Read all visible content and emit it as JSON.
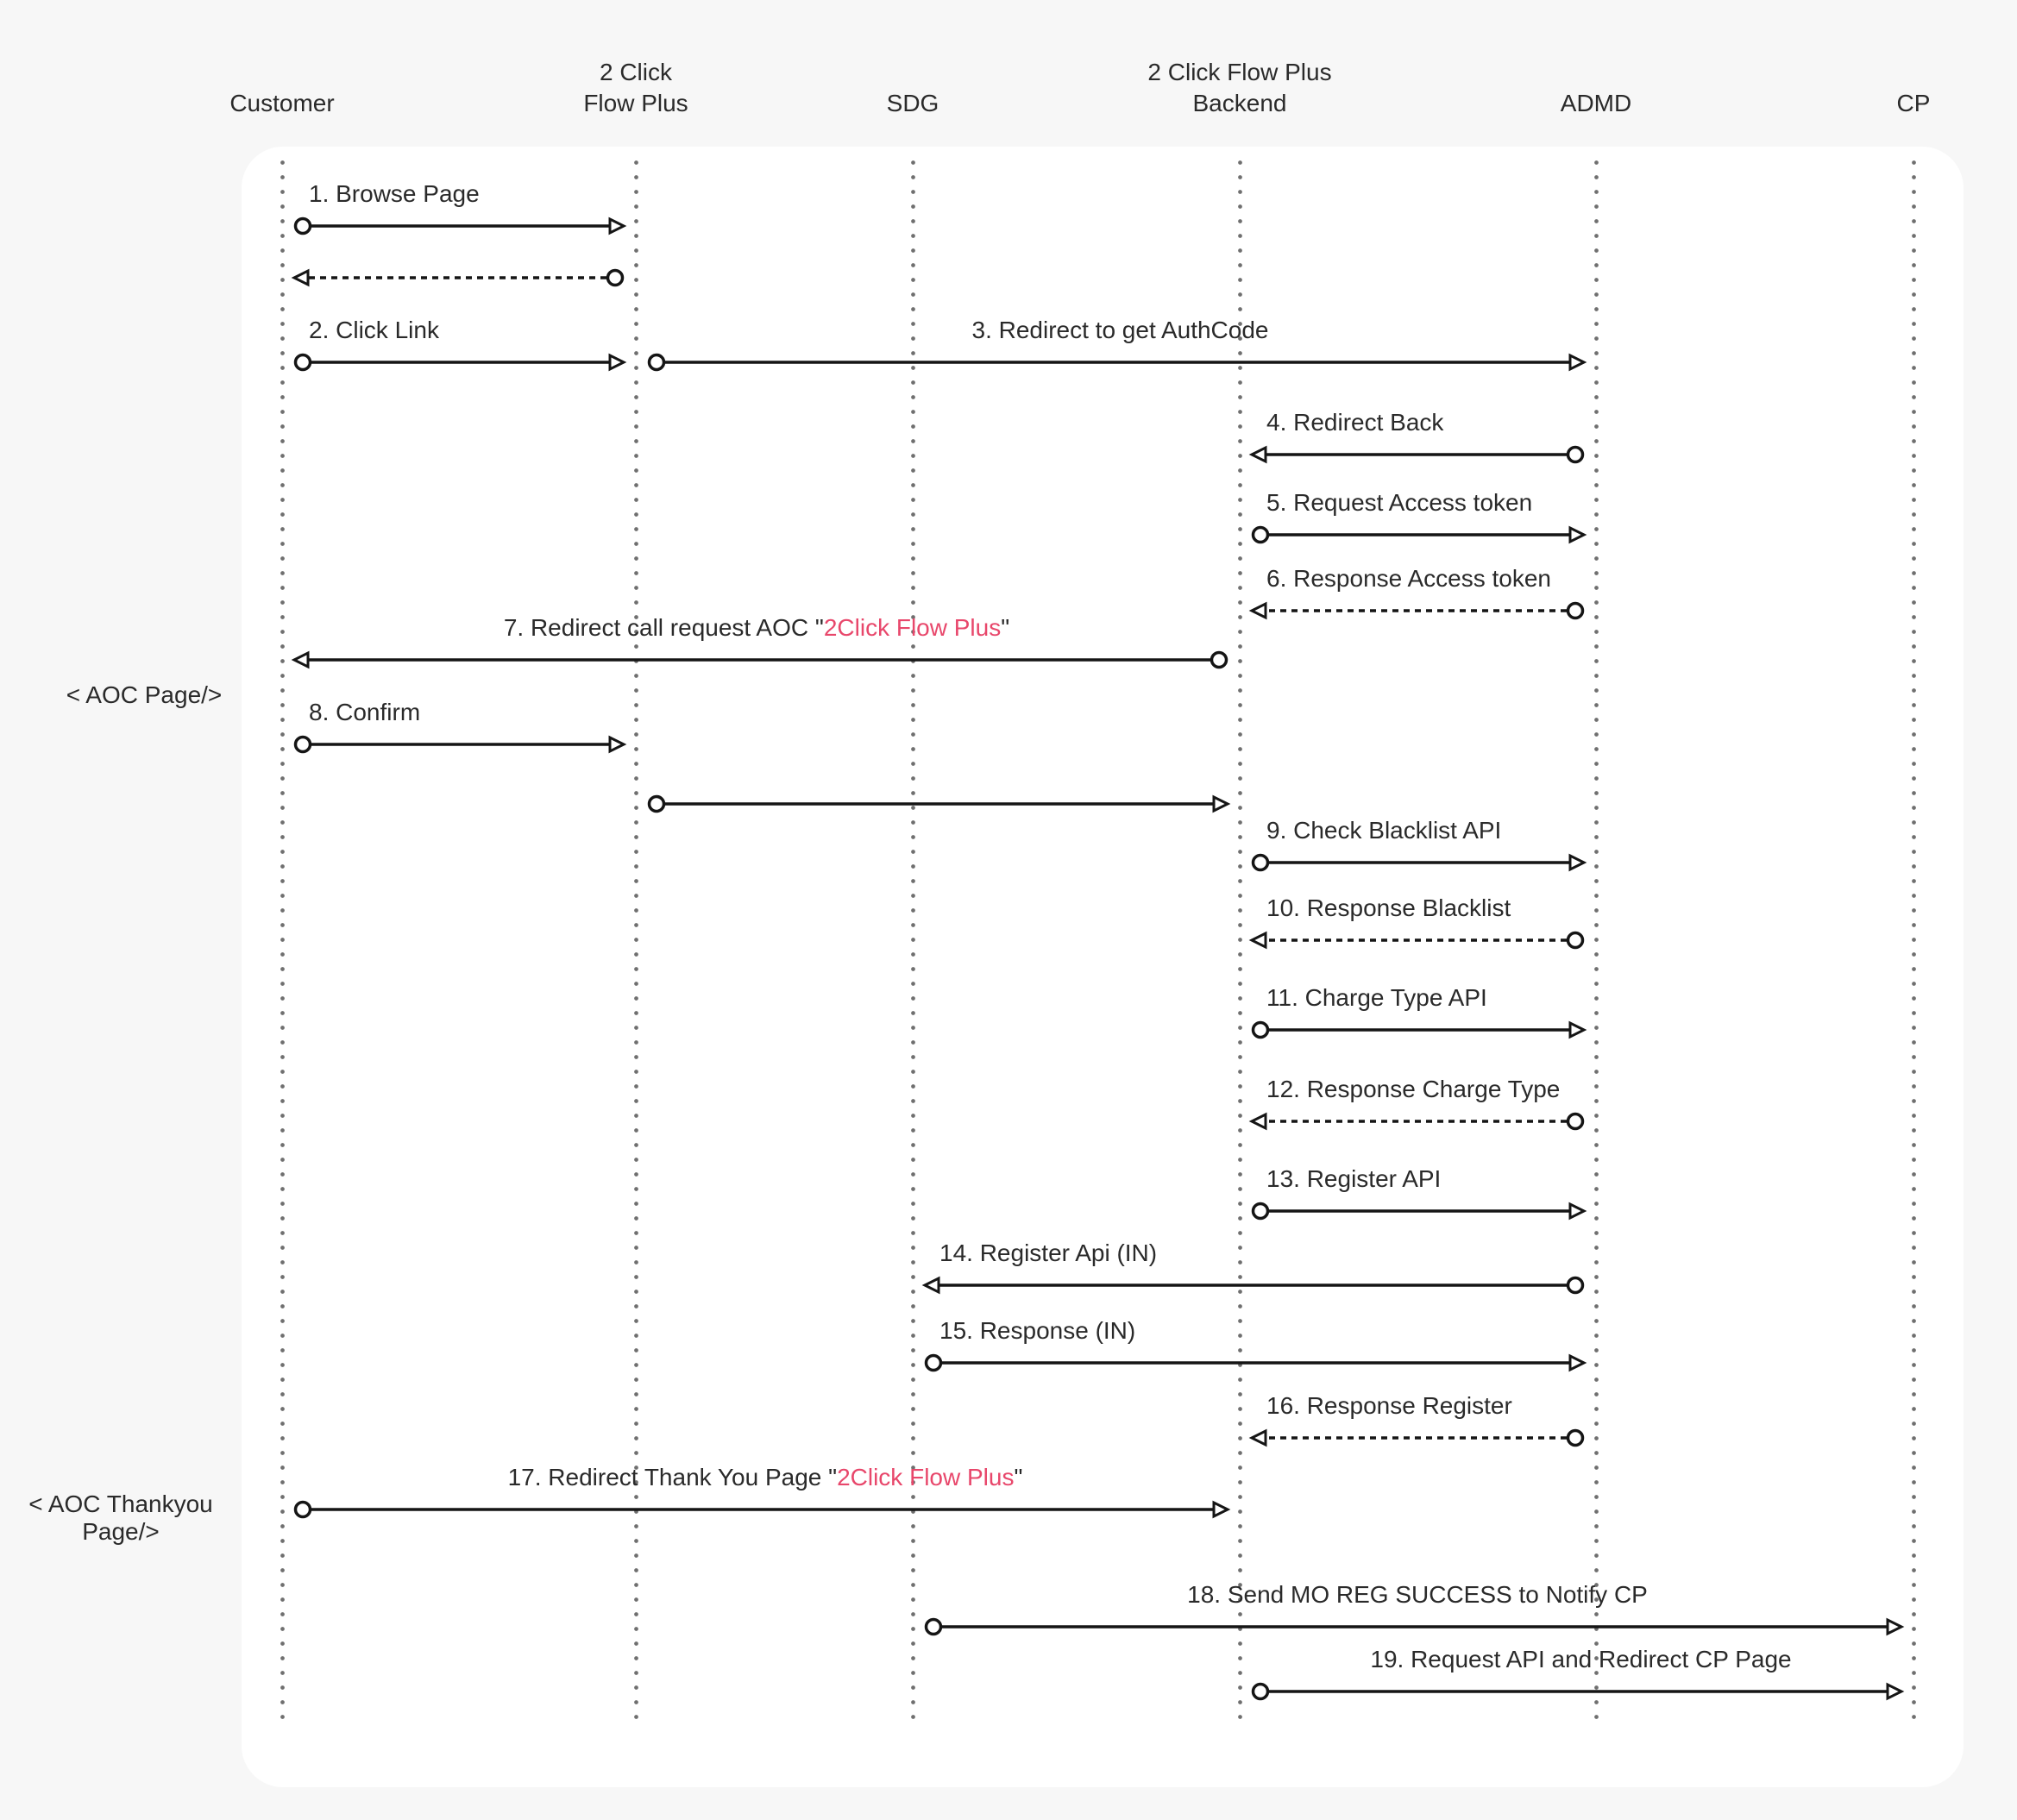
{
  "colors": {
    "accent": "#e8476b",
    "line": "#151515",
    "text": "#2a2a2a",
    "lifeline_dot": "#6f6f6f",
    "background": "#f7f7f7",
    "panel_background": "#ffffff"
  },
  "actors": [
    {
      "id": "customer",
      "label_lines": [
        "Customer"
      ]
    },
    {
      "id": "flow-plus",
      "label_lines": [
        "2 Click",
        "Flow Plus"
      ]
    },
    {
      "id": "sdg",
      "label_lines": [
        "SDG"
      ]
    },
    {
      "id": "backend",
      "label_lines": [
        "2 Click Flow Plus",
        "Backend"
      ]
    },
    {
      "id": "admd",
      "label_lines": [
        "ADMD"
      ]
    },
    {
      "id": "cp",
      "label_lines": [
        "CP"
      ]
    }
  ],
  "side_labels": [
    {
      "id": "aoc-page",
      "lines": [
        "< AOC Page/>"
      ]
    },
    {
      "id": "aoc-thankyou-page",
      "lines": [
        "< AOC Thankyou",
        "Page/>"
      ]
    }
  ],
  "messages": [
    {
      "id": "1",
      "parts": [
        {
          "t": "1. Browse Page"
        }
      ],
      "from": "customer",
      "to": "flow-plus",
      "line": "solid",
      "align": "start"
    },
    {
      "id": "1r",
      "parts": [],
      "from": "flow-plus",
      "to": "customer",
      "line": "dashed"
    },
    {
      "id": "2",
      "parts": [
        {
          "t": "2. Click Link"
        }
      ],
      "from": "customer",
      "to": "flow-plus",
      "line": "solid",
      "align": "start"
    },
    {
      "id": "3",
      "parts": [
        {
          "t": "3. Redirect to get AuthCode"
        }
      ],
      "from": "flow-plus",
      "to": "admd",
      "line": "solid",
      "align": "center"
    },
    {
      "id": "4",
      "parts": [
        {
          "t": "4. Redirect Back"
        }
      ],
      "from": "admd",
      "to": "backend",
      "line": "solid",
      "align": "start"
    },
    {
      "id": "5",
      "parts": [
        {
          "t": "5. Request Access token"
        }
      ],
      "from": "backend",
      "to": "admd",
      "line": "solid",
      "align": "start"
    },
    {
      "id": "6",
      "parts": [
        {
          "t": "6. Response Access token"
        }
      ],
      "from": "admd",
      "to": "backend",
      "line": "dashed",
      "align": "start"
    },
    {
      "id": "7",
      "parts": [
        {
          "t": "7. Redirect call request AOC \""
        },
        {
          "t": "2Click Flow Plus",
          "accent": true
        },
        {
          "t": "\""
        }
      ],
      "from": "backend",
      "to": "customer",
      "line": "solid",
      "align": "center"
    },
    {
      "id": "8",
      "parts": [
        {
          "t": "8. Confirm"
        }
      ],
      "from": "customer",
      "to": "flow-plus",
      "line": "solid",
      "align": "start"
    },
    {
      "id": "8b",
      "parts": [],
      "from": "flow-plus",
      "to": "backend",
      "line": "solid"
    },
    {
      "id": "9",
      "parts": [
        {
          "t": "9. Check Blacklist API"
        }
      ],
      "from": "backend",
      "to": "admd",
      "line": "solid",
      "align": "start"
    },
    {
      "id": "10",
      "parts": [
        {
          "t": "10. Response Blacklist"
        }
      ],
      "from": "admd",
      "to": "backend",
      "line": "dashed",
      "align": "start"
    },
    {
      "id": "11",
      "parts": [
        {
          "t": "11. Charge Type API"
        }
      ],
      "from": "backend",
      "to": "admd",
      "line": "solid",
      "align": "start"
    },
    {
      "id": "12",
      "parts": [
        {
          "t": "12. Response Charge Type"
        }
      ],
      "from": "admd",
      "to": "backend",
      "line": "dashed",
      "align": "start"
    },
    {
      "id": "13",
      "parts": [
        {
          "t": "13. Register API"
        }
      ],
      "from": "backend",
      "to": "admd",
      "line": "solid",
      "align": "start"
    },
    {
      "id": "14",
      "parts": [
        {
          "t": "14. Register Api (IN)"
        }
      ],
      "from": "admd",
      "to": "sdg",
      "line": "solid",
      "align": "start"
    },
    {
      "id": "15",
      "parts": [
        {
          "t": "15. Response (IN)"
        }
      ],
      "from": "sdg",
      "to": "admd",
      "line": "solid",
      "align": "start"
    },
    {
      "id": "16",
      "parts": [
        {
          "t": "16. Response Register"
        }
      ],
      "from": "admd",
      "to": "backend",
      "line": "dashed",
      "align": "start"
    },
    {
      "id": "17",
      "parts": [
        {
          "t": "17. Redirect Thank You Page \""
        },
        {
          "t": "2Click Flow Plus",
          "accent": true
        },
        {
          "t": "\""
        }
      ],
      "from": "customer",
      "to": "backend",
      "line": "solid",
      "align": "center"
    },
    {
      "id": "18",
      "parts": [
        {
          "t": "18. Send MO REG SUCCESS to Notify CP"
        }
      ],
      "from": "sdg",
      "to": "cp",
      "line": "solid",
      "align": "center"
    },
    {
      "id": "19",
      "parts": [
        {
          "t": "19. Request API and Redirect CP Page"
        }
      ],
      "from": "backend",
      "to": "cp",
      "line": "solid",
      "align": "center"
    }
  ]
}
